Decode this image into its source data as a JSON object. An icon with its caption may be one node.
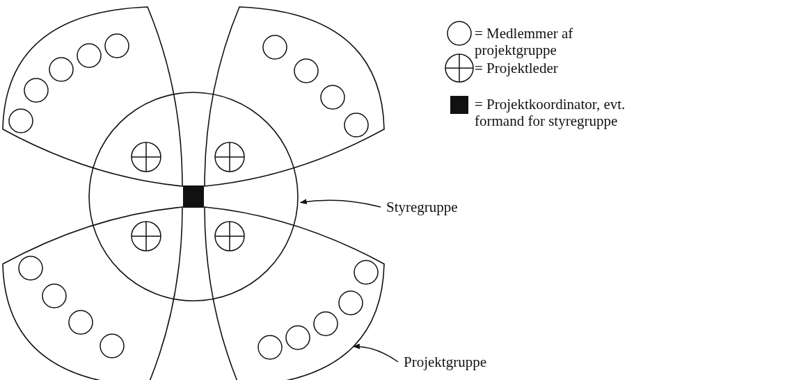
{
  "diagram": {
    "nodes": [
      {
        "text": [
          "Styregruppe"
        ]
      },
      {
        "text": [],
        "shape": "circle"
      },
      {
        "text": [
          "Projektgruppe"
        ]
      },
      {
        "text": [],
        "shape": "petal"
      }
    ],
    "edges": [
      {
        "from": 0,
        "to": 1,
        "arrow": "to"
      },
      {
        "from": 2,
        "to": 3,
        "arrow": "to"
      }
    ],
    "legend": [
      {
        "text": "= Medlemmer af projektgruppe"
      },
      {
        "text": "= Projektleder"
      },
      {
        "text": "= Projektkoordinator, evt. formand for styregruppe"
      }
    ]
  }
}
